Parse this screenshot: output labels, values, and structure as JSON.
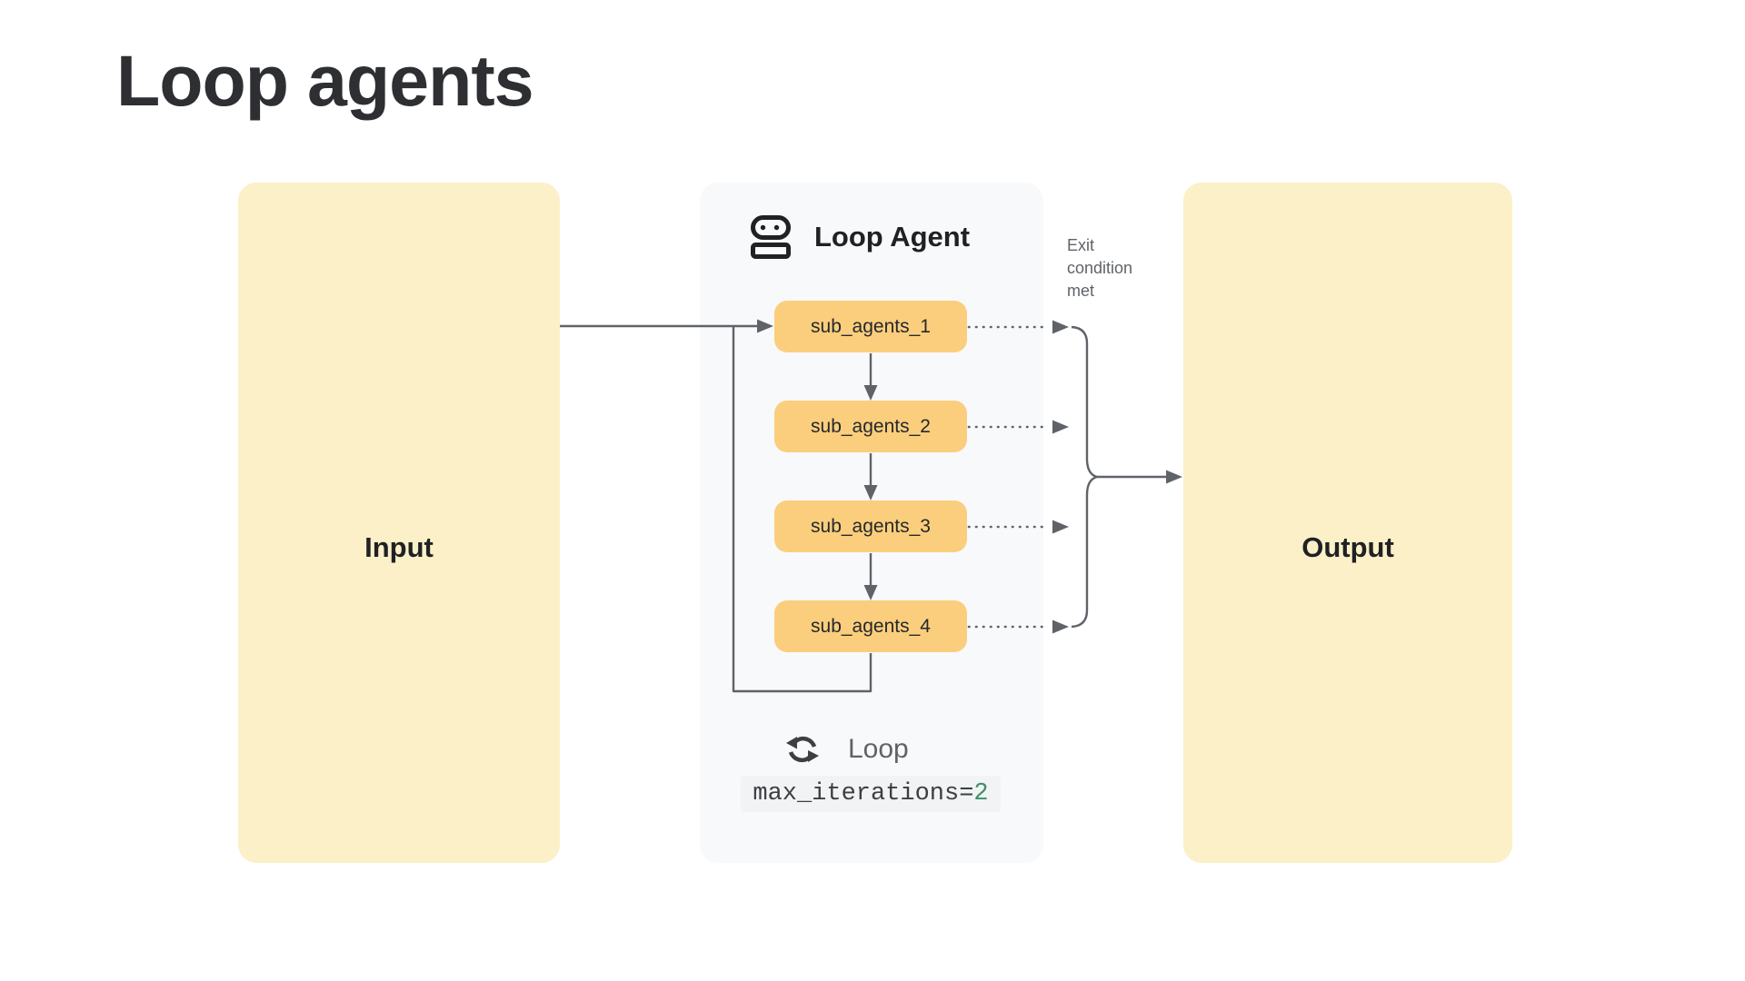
{
  "page": {
    "title": "Loop agents",
    "background": "#FFFFFF"
  },
  "input_panel": {
    "label": "Input"
  },
  "output_panel": {
    "label": "Output"
  },
  "loop_agent_panel": {
    "title": "Loop Agent",
    "sub_agents": [
      {
        "label": "sub_agents_1"
      },
      {
        "label": "sub_agents_2"
      },
      {
        "label": "sub_agents_3"
      },
      {
        "label": "sub_agents_4"
      }
    ],
    "loop_label": "Loop",
    "max_iterations_code": {
      "key": "max_iterations=",
      "value": "2"
    }
  },
  "annotations": {
    "exit_condition": "Exit condition met"
  },
  "icons": {
    "robot": "robot-icon",
    "loop": "loop-arrows-icon"
  },
  "colors": {
    "panel_yellow": "#FBF0C7",
    "sub_agent_yellow": "#FBCE7D",
    "loop_panel_gray": "#F8F9FA",
    "line_gray": "#5F6368",
    "text_dark": "#202124",
    "text_secondary": "#5F6368",
    "code_background": "#F1F3F4",
    "code_value_green": "#3F8E68",
    "title_color": "#2D2F33"
  }
}
